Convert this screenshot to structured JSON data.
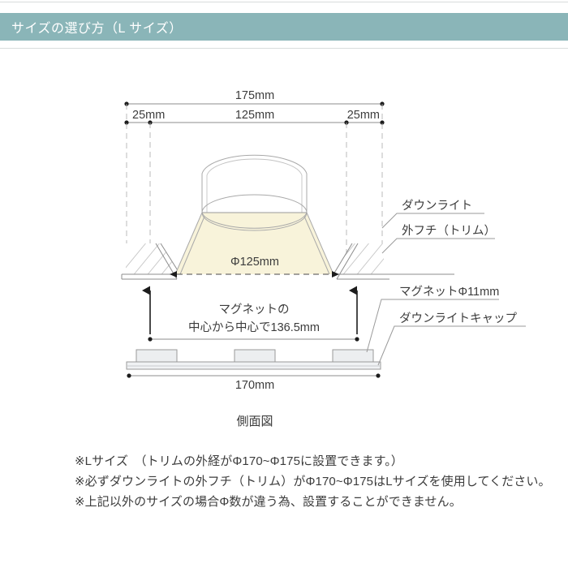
{
  "header": {
    "title": "サイズの選び方（L サイズ）",
    "bar_color": "#8ab5b8",
    "title_color": "#ffffff"
  },
  "diagram": {
    "caption": "側面図",
    "light_cone_color": "#f8f3da",
    "line_color": "#3a3a3a",
    "part_fill": "#e8eaec",
    "dimensions": {
      "overall_width": "175mm",
      "left_margin": "25mm",
      "inner_width": "125mm",
      "right_margin": "25mm",
      "aperture": "Φ125mm",
      "magnet_note_line1": "マグネットの",
      "magnet_note_line2": "中心から中心で136.5mm",
      "cap_width": "170mm"
    },
    "callouts": [
      {
        "label": "ダウンライト"
      },
      {
        "label": "外フチ（トリム）"
      },
      {
        "label": "マグネットΦ11mm"
      },
      {
        "label": "ダウンライトキャップ"
      }
    ]
  },
  "notes": [
    "※Lサイズ　（トリムの外経がΦ170~Φ175に設置できます。）",
    "※必ずダウンライトの外フチ（トリム）がΦ170~Φ175はLサイズを使用してください。",
    "※上記以外のサイズの場合Φ数が違う為、設置することができません。"
  ]
}
